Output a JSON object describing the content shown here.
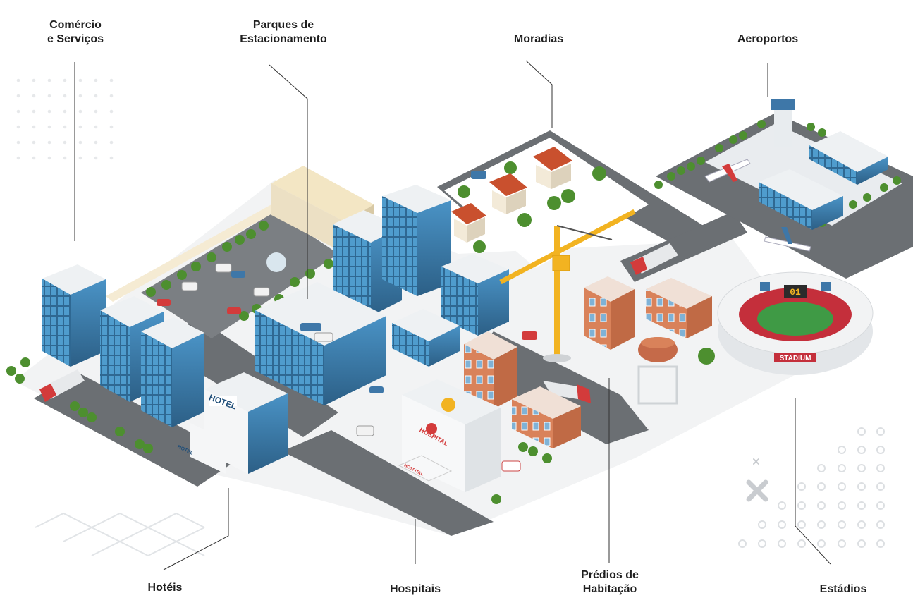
{
  "labels": {
    "comercio": [
      "Comércio",
      "e Serviços"
    ],
    "parques": [
      "Parques de",
      "Estacionamento"
    ],
    "moradias": [
      "Moradias"
    ],
    "aeroportos": [
      "Aeroportos"
    ],
    "hoteis": [
      "Hotéis"
    ],
    "hospitais": [
      "Hospitais"
    ],
    "predios": [
      "Prédios de",
      "Habitação"
    ],
    "estadios": [
      "Estádios"
    ]
  },
  "signs": {
    "hotel": "HOTEL",
    "hotel_small": "HOTEL",
    "hospital": "HOSPITAL",
    "hospital_small": "HOSPITAL",
    "stadium": "STADIUM",
    "scoreboard": "01"
  },
  "colors": {
    "glass": "#3f86b8",
    "brick": "#d9825a",
    "roof_red": "#c9502e",
    "crane": "#f2b321",
    "road": "#6b6f73",
    "grass": "#5aa33c",
    "stadium_red": "#c42f3b",
    "pitch": "#3f9a45"
  }
}
